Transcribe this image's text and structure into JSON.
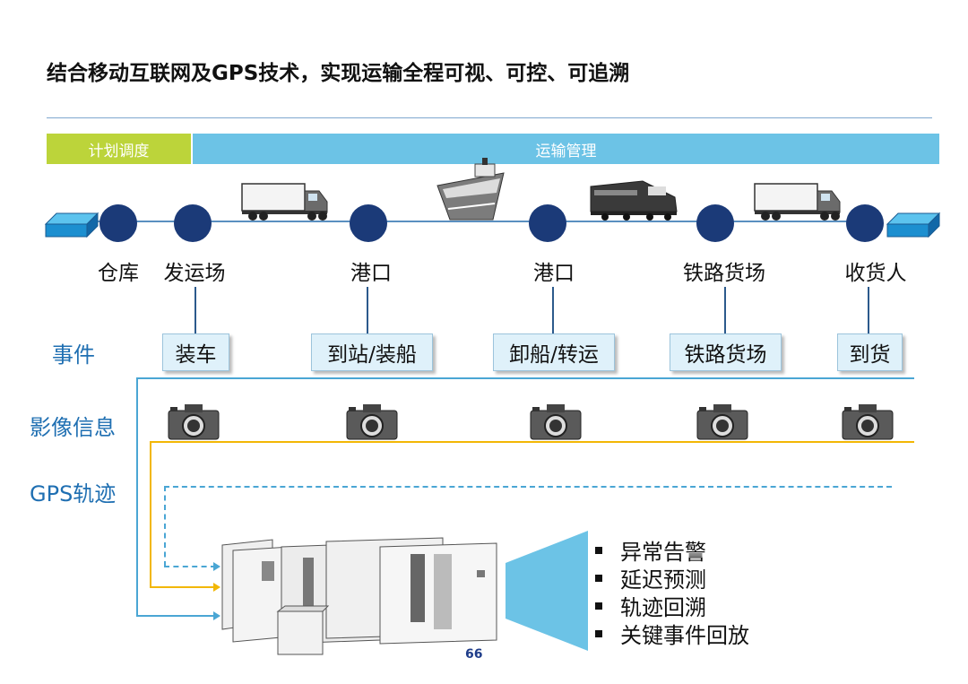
{
  "title": "结合移动互联网及GPS技术，实现运输全程可视、可控、可追溯",
  "phases": {
    "plan": "计划调度",
    "transport": "运输管理"
  },
  "stations": [
    "仓库",
    "发运场",
    "港口",
    "港口",
    "铁路货场",
    "收货人"
  ],
  "row_labels": {
    "events": "事件",
    "images": "影像信息",
    "gps": "GPS轨迹"
  },
  "events": [
    "装车",
    "到站/装船",
    "卸船/转运",
    "铁路货场",
    "到货"
  ],
  "features": [
    "异常告警",
    "延迟预测",
    "轨迹回溯",
    "关键事件回放"
  ],
  "page_number": "66",
  "colors": {
    "plan_bar": "#bcd43a",
    "transport_bar": "#6cc3e6",
    "node": "#1b3a78",
    "label_blue": "#1f6fb2",
    "gps_line": "#f2b705"
  },
  "icons": [
    "warehouse-icon",
    "truck-icon",
    "ship-icon",
    "train-icon",
    "camera-icon",
    "server-icon"
  ]
}
